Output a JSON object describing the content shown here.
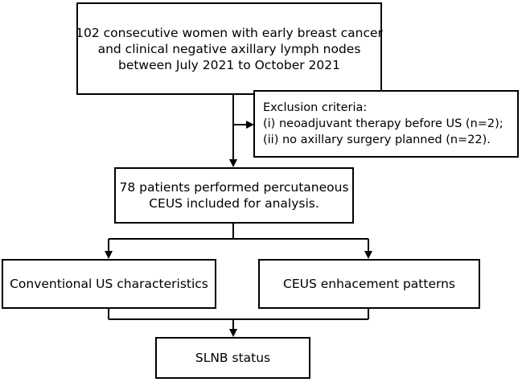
{
  "enrollment": {
    "line1": "102 consecutive women with early breast cancer",
    "line2": "and clinical negative axillary lymph nodes",
    "line3": "between July 2021 to October 2021"
  },
  "exclusion": {
    "title": "Exclusion criteria:",
    "item1": "(i)  neoadjuvant therapy before US (n=2);",
    "item2": "(ii) no axillary surgery planned (n=22)."
  },
  "analysis": {
    "line1": "78 patients performed percutaneous",
    "line2": "CEUS  included for analysis."
  },
  "conventional": {
    "label": "Conventional US characteristics"
  },
  "ceus": {
    "label": "CEUS enhacement patterns"
  },
  "outcome": {
    "label": "SLNB status"
  }
}
